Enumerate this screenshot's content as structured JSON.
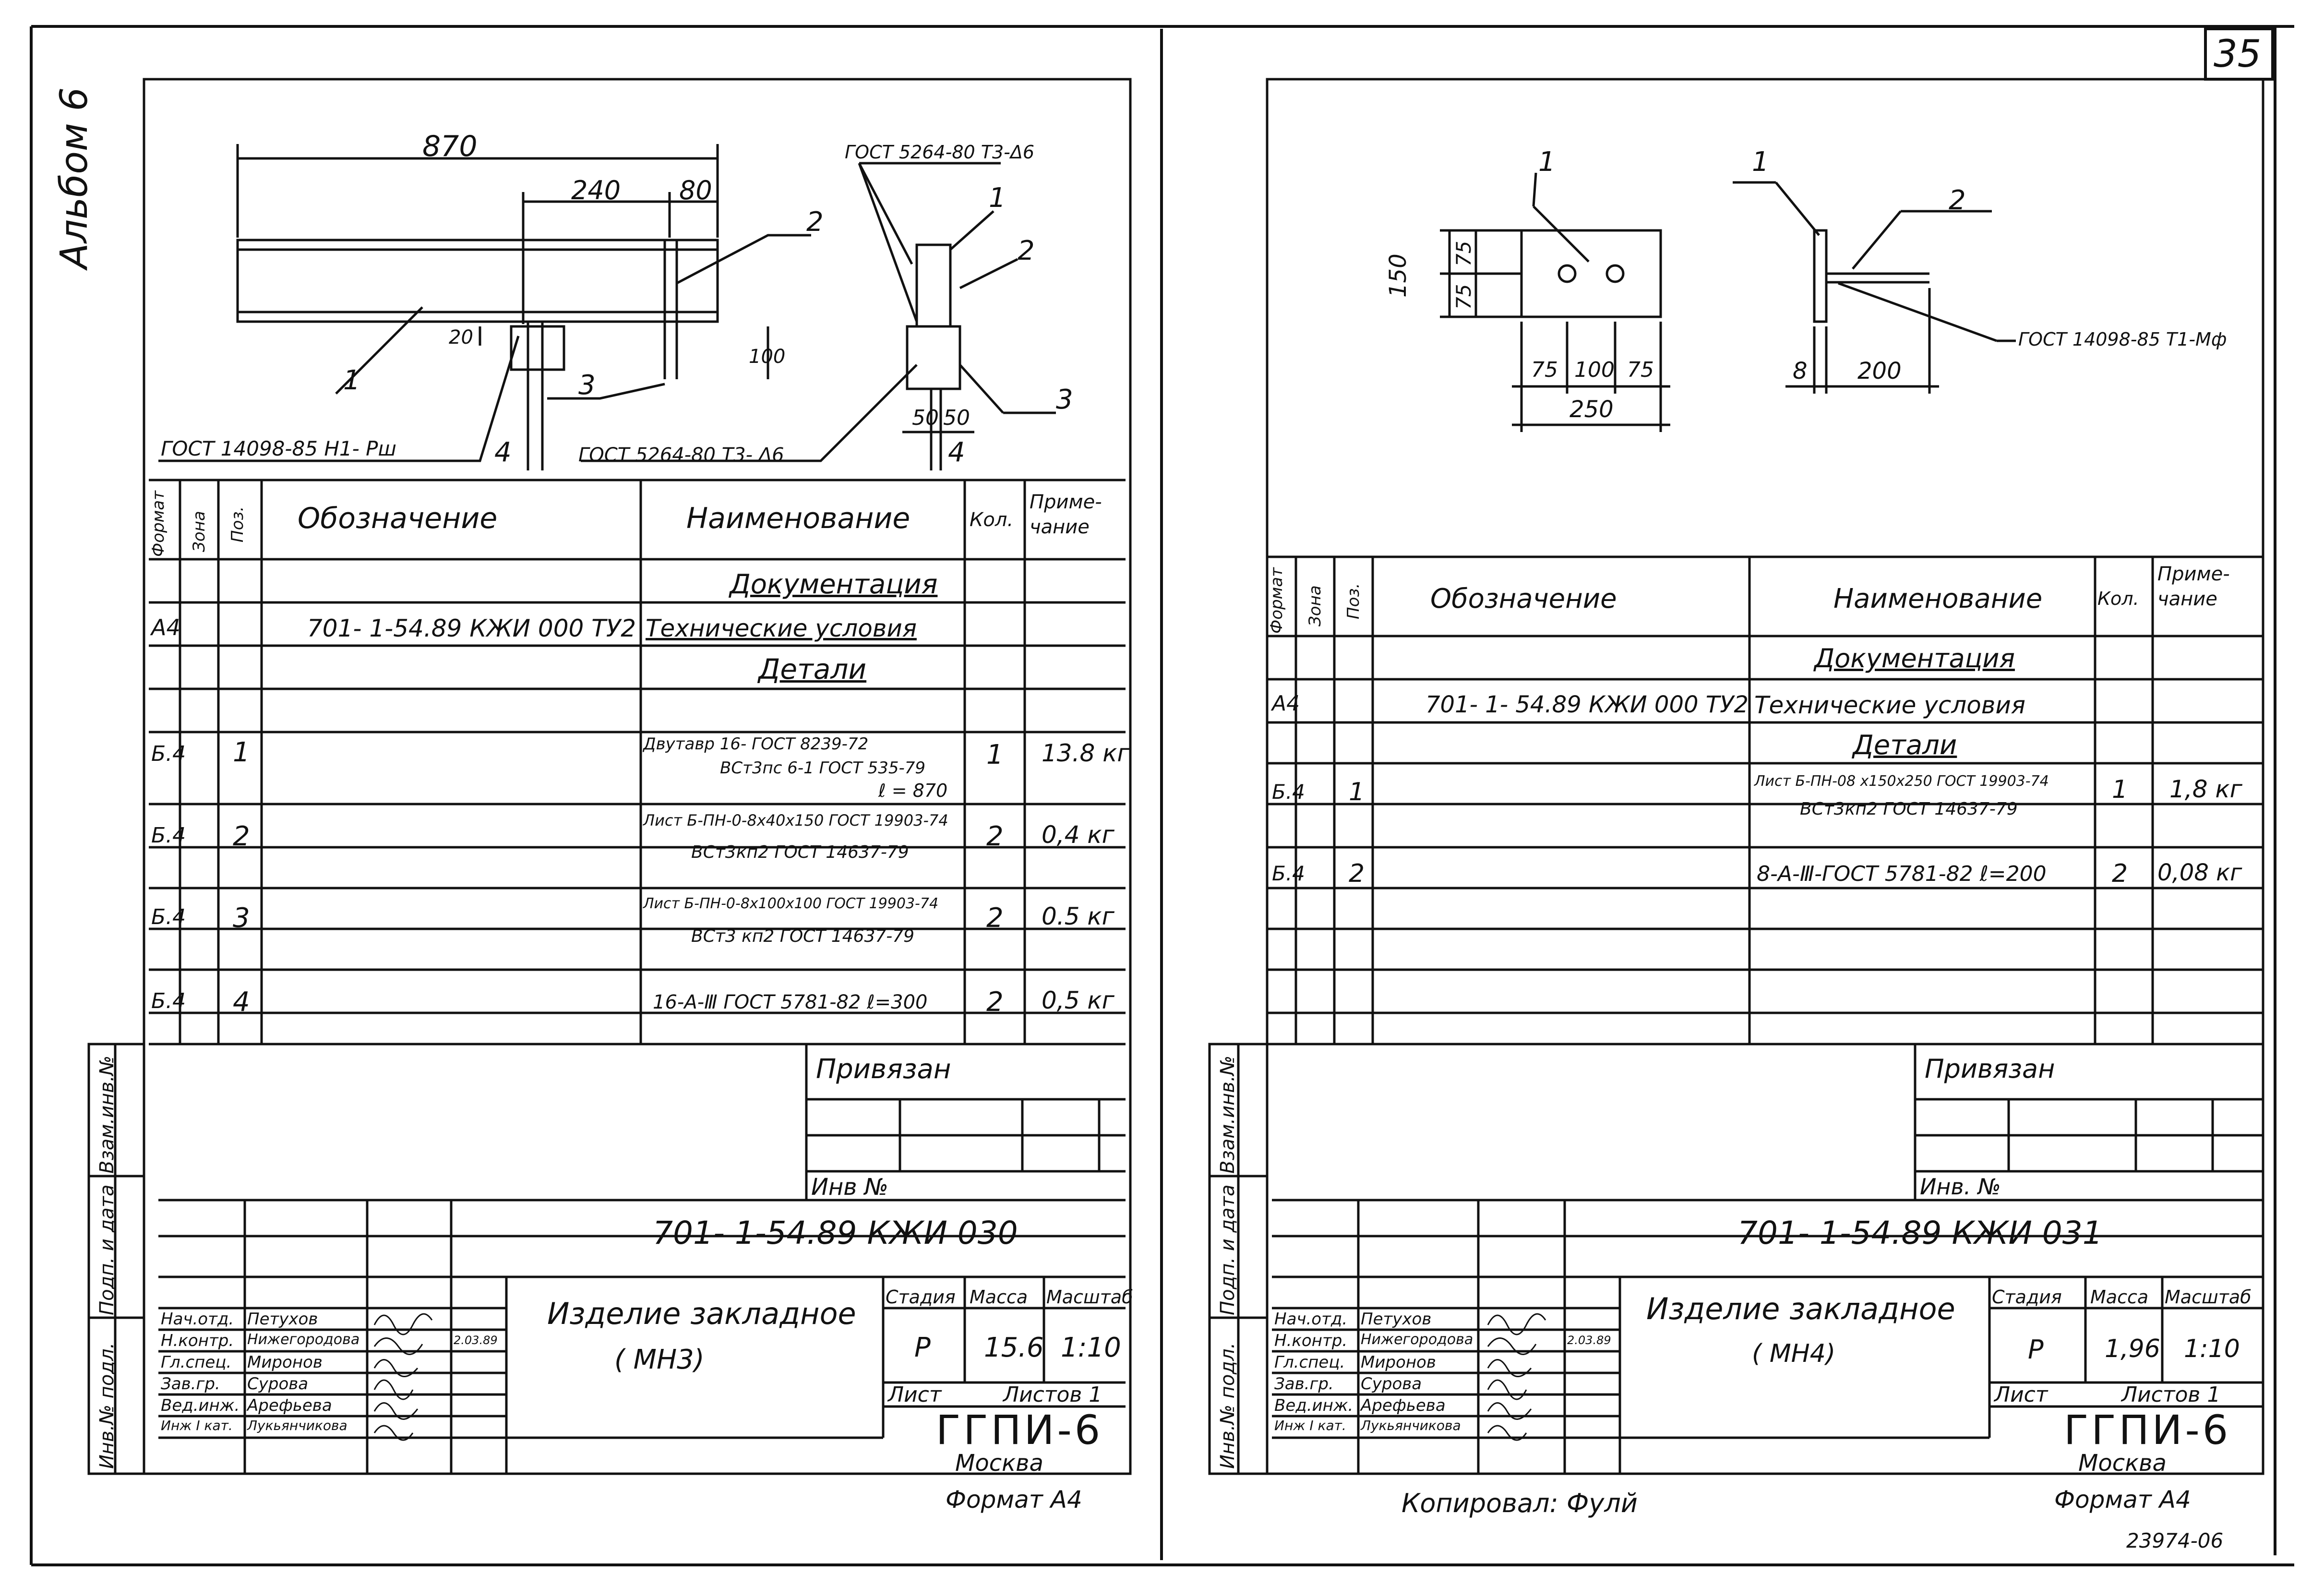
{
  "page_number": "35",
  "side_label": "Альбом 6",
  "copied_by": "Копировал: Фулй",
  "archive_number": "23974-06",
  "left": {
    "drawing": {
      "dim_total": "870",
      "dim_240": "240",
      "dim_80": "80",
      "dim_20": "20",
      "dim_100": "100",
      "dim_50a": "50",
      "dim_50b": "50",
      "gost_top": "ГОСТ 5264-80 Т3-Δ6",
      "gost_left": "ГОСТ 14098-85 Н1- Рш",
      "gost_bottom": "ГОСТ 5264-80 Т3- Δ6",
      "callouts": [
        "1",
        "2",
        "3",
        "4",
        "1",
        "2",
        "3",
        "4"
      ]
    },
    "spec_headers": {
      "format": "Формат",
      "zone": "Зона",
      "pos": "Поз.",
      "designation": "Обозначение",
      "name": "Наименование",
      "qty": "Кол.",
      "note": "Приме-чание"
    },
    "section_docs": "Документация",
    "doc_row": {
      "format": "А4",
      "designation": "701- 1-54.89 КЖИ 000 ТУ2",
      "name": "Технические условия"
    },
    "section_parts": "Детали",
    "rows": [
      {
        "format": "Б.4",
        "pos": "1",
        "name_line1": "Двутавр 16- ГОСТ 8239-72",
        "name_line2": "ВСт3пс 6-1 ГОСТ 535-79",
        "name_line3": "ℓ = 870",
        "qty": "1",
        "note": "13.8 кг"
      },
      {
        "format": "Б.4",
        "pos": "2",
        "name_line1": "Лист Б-ПН-0-8х40х150 ГОСТ 19903-74",
        "name_line2": "ВСт3кп2 ГОСТ 14637-79",
        "name_line3": "",
        "qty": "2",
        "note": "0,4 кг"
      },
      {
        "format": "Б.4",
        "pos": "3",
        "name_line1": "Лист Б-ПН-0-8х100х100 ГОСТ 19903-74",
        "name_line2": "ВСт3 кп2 ГОСТ 14637-79",
        "name_line3": "",
        "qty": "2",
        "note": "0.5 кг"
      },
      {
        "format": "Б.4",
        "pos": "4",
        "name_line1": "16-А-Ⅲ ГОСТ 5781-82 ℓ=300",
        "name_line2": "",
        "name_line3": "",
        "qty": "2",
        "note": "0,5 кг"
      }
    ],
    "privyazan": "Привязан",
    "inv_no": "Инв №",
    "doc_code": "701- 1-54.89   КЖИ 030",
    "title_line1": "Изделие закладное",
    "title_line2": "( МН3)",
    "stage_label": "Стадия",
    "mass_label": "Масса",
    "scale_label": "Масштаб",
    "stage": "Р",
    "mass": "15.6",
    "scale": "1:10",
    "sheet_label": "Лист",
    "sheets_label": "Листов 1",
    "org": "ГГПИ-6",
    "city": "Москва",
    "format_label": "Формат А4",
    "staff": [
      {
        "role": "Нач.отд.",
        "name": "Петухов",
        "date": ""
      },
      {
        "role": "Н.контр.",
        "name": "Нижегородова",
        "date": "2.03.89"
      },
      {
        "role": "Гл.спец.",
        "name": "Миронов",
        "date": ""
      },
      {
        "role": "Зав.гр.",
        "name": "Сурова",
        "date": ""
      },
      {
        "role": "Вед.инж.",
        "name": "Арефьева",
        "date": ""
      },
      {
        "role": "Инж I кат.",
        "name": "Лукьянчикова",
        "date": ""
      }
    ],
    "margin_labels": [
      "Инв.№ подл.",
      "Подп. и дата",
      "Взам.инв.№"
    ]
  },
  "right": {
    "drawing": {
      "dim_150": "150",
      "dim_75a": "75",
      "dim_75b": "75",
      "dim_75c": "75",
      "dim_100": "100",
      "dim_75d": "75",
      "dim_250": "250",
      "dim_8": "8",
      "dim_200": "200",
      "gost": "ГОСТ 14098-85 Т1-Мф",
      "callouts": [
        "1",
        "1",
        "2"
      ]
    },
    "spec_headers": {
      "format": "Формат",
      "zone": "Зона",
      "pos": "Поз.",
      "designation": "Обозначение",
      "name": "Наименование",
      "qty": "Кол.",
      "note": "Приме-чание"
    },
    "section_docs": "Документация",
    "doc_row": {
      "format": "А4",
      "designation": "701- 1- 54.89 КЖИ 000 ТУ2",
      "name": "Технические условия"
    },
    "section_parts": "Детали",
    "rows": [
      {
        "format": "Б.4",
        "pos": "1",
        "name_line1": "Лист Б-ПН-08 х150х250 ГОСТ 19903-74",
        "name_line2": "ВСт3кп2 ГОСТ 14637-79",
        "qty": "1",
        "note": "1,8 кг"
      },
      {
        "format": "Б.4",
        "pos": "2",
        "name_line1": "8-А-Ⅲ-ГОСТ 5781-82 ℓ=200",
        "name_line2": "",
        "qty": "2",
        "note": "0,08 кг"
      }
    ],
    "privyazan": "Привязан",
    "inv_no": "Инв. №",
    "doc_code": "701- 1-54.89   КЖИ 031",
    "title_line1": "Изделие закладное",
    "title_line2": "( МН4)",
    "stage_label": "Стадия",
    "mass_label": "Масса",
    "scale_label": "Масштаб",
    "stage": "Р",
    "mass": "1,96",
    "scale": "1:10",
    "sheet_label": "Лист",
    "sheets_label": "Листов 1",
    "org": "ГГПИ-6",
    "city": "Москва",
    "format_label": "Формат А4",
    "staff": [
      {
        "role": "Нач.отд.",
        "name": "Петухов",
        "date": ""
      },
      {
        "role": "Н.контр.",
        "name": "Нижегородова",
        "date": "2.03.89"
      },
      {
        "role": "Гл.спец.",
        "name": "Миронов",
        "date": ""
      },
      {
        "role": "Зав.гр.",
        "name": "Сурова",
        "date": ""
      },
      {
        "role": "Вед.инж.",
        "name": "Арефьева",
        "date": ""
      },
      {
        "role": "Инж I кат.",
        "name": "Лукьянчикова",
        "date": ""
      }
    ],
    "margin_labels": [
      "Инв.№ подл.",
      "Подп. и дата",
      "Взам.инв.№"
    ]
  }
}
